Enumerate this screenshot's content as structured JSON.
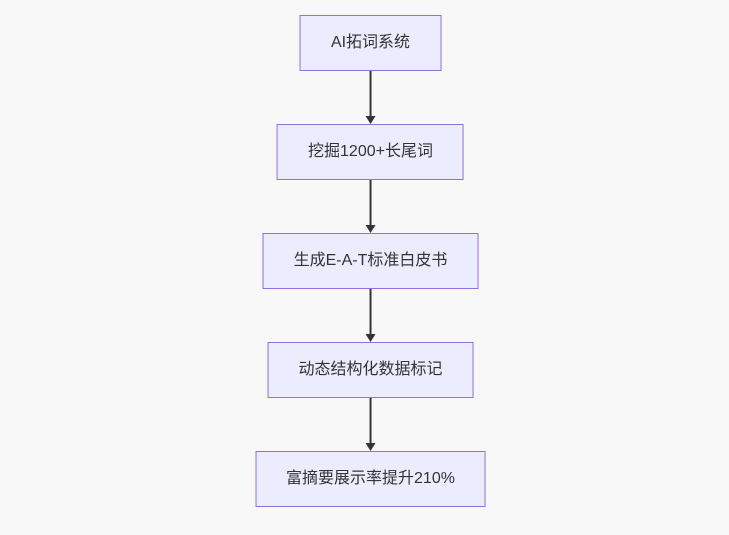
{
  "diagram": {
    "type": "flowchart",
    "direction": "top-down",
    "nodes": [
      {
        "id": "n1",
        "label": "AI拓词系统"
      },
      {
        "id": "n2",
        "label": "挖掘1200+长尾词"
      },
      {
        "id": "n3",
        "label": "生成E-A-T标准白皮书"
      },
      {
        "id": "n4",
        "label": "动态结构化数据标记"
      },
      {
        "id": "n5",
        "label": "富摘要展示率提升210%"
      }
    ],
    "edges": [
      {
        "from": "n1",
        "to": "n2"
      },
      {
        "from": "n2",
        "to": "n3"
      },
      {
        "from": "n3",
        "to": "n4"
      },
      {
        "from": "n4",
        "to": "n5"
      }
    ],
    "colors": {
      "background": "#f8f8f8",
      "node_fill": "#ECECFF",
      "node_border": "#9370DB",
      "node_text": "#333333",
      "arrow": "#333333"
    }
  }
}
